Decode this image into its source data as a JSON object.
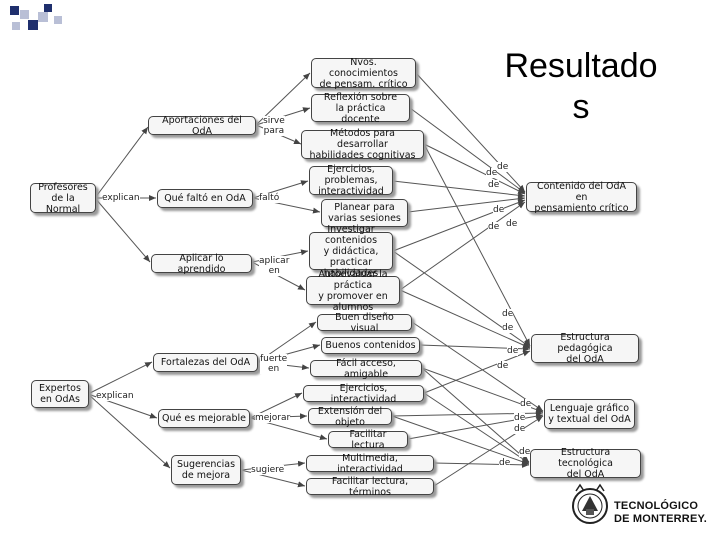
{
  "title": "Resultado\ns",
  "nodes": {
    "profesores": "Profesores\nde la Normal",
    "expertos": "Expertos\nen OdAs",
    "aportaciones": "Aportaciones del OdA",
    "que_falto": "Qué faltó en OdA",
    "aplicar": "Aplicar lo aprendido",
    "fortalezas": "Fortalezas del OdA",
    "mejorable": "Qué es mejorable",
    "sugerencias": "Sugerencias\nde mejora",
    "nvos": "Nvos. conocimientos\nde pensam. crítico",
    "reflexion": "Reflexión sobre\nla práctica docente",
    "metodos": "Métodos para desarrollar\nhabilidades cognitivas",
    "ejercicios1": "Ejercicios, problemas,\ninteractividad",
    "planear": "Planear para\nvarias sesiones",
    "investigar": "Investigar contenidos\ny didáctica, practicar\nhabilidades",
    "autoevaluar": "Autoevaluar la práctica\ny promover en alumnos",
    "buen_diseno": "Buen diseño visual",
    "buenos_contenidos": "Buenos contenidos",
    "facil_acceso": "Fácil acceso, amigable",
    "ejercicios2": "Ejercicios, interactividad",
    "extension": "Extensión del objeto",
    "facilitar": "Facilitar lectura",
    "multimedia": "Multimedia, interactividad",
    "facilitar_terminos": "Facilitar lectura, términos",
    "contenido_oda": "Contenido del OdA en\npensamiento crítico",
    "estructura_ped": "Estructura pedagógica\ndel OdA",
    "lenguaje": "Lenguaje gráfico\ny textual del OdA",
    "estructura_tec": "Estructura tecnológica\ndel OdA"
  },
  "link_labels": {
    "explican1": "explican",
    "explican2": "explican",
    "sirve_para": "sirve\npara",
    "falto": "faltó",
    "aplicar_en": "aplicar\nen",
    "fuerte_en": "fuerte\nen",
    "mejorar": "mejorar",
    "sugiere": "sugiere",
    "de": "de"
  },
  "logo": {
    "line1": "TECNOLÓGICO",
    "line2": "DE MONTERREY."
  },
  "colors": {
    "accent": "#1f2f6d",
    "node_fill": "#f6f6f6",
    "line": "#555555"
  }
}
